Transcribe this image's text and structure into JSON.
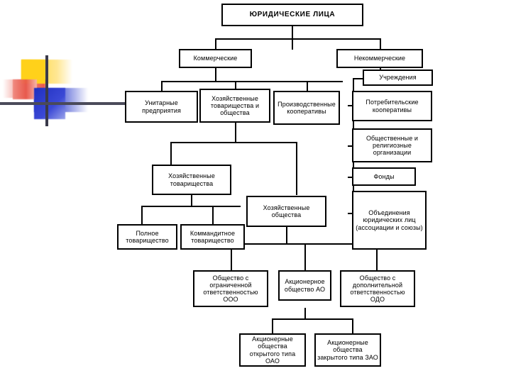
{
  "diagram": {
    "title": "ЮРИДИЧЕСКИЕ ЛИЦА",
    "root": {
      "label": "ЮРИДИЧЕСКИЕ ЛИЦА"
    },
    "level1": [
      {
        "key": "commercial",
        "label": "Коммерческие"
      },
      {
        "key": "noncommercial",
        "label": "Некоммерческие"
      }
    ],
    "commercial_children": [
      {
        "key": "unitary",
        "label": "Унитарные предприятия"
      },
      {
        "key": "econ",
        "label": "Хозяйственные товарищества и общества"
      },
      {
        "key": "prodcoop",
        "label": "Производственные кооперативы"
      }
    ],
    "noncommercial_children": [
      {
        "key": "institutions",
        "label": "Учреждения"
      },
      {
        "key": "consumercoop",
        "label": "Потребительские кооперативы"
      },
      {
        "key": "publicrelig",
        "label": "Общественные и религиозные организации"
      },
      {
        "key": "funds",
        "label": "Фонды"
      },
      {
        "key": "associations",
        "label": "Объединения юридических лиц (ассоциации и союзы)"
      }
    ],
    "econ_children": [
      {
        "key": "partnerships",
        "label": "Хозяйственные товарищества"
      },
      {
        "key": "companies",
        "label": "Хозяйственные общества"
      }
    ],
    "partnership_children": [
      {
        "key": "full",
        "label": "Полное товарищество"
      },
      {
        "key": "kommandit",
        "label": "Коммандитное товарищество"
      }
    ],
    "company_children": [
      {
        "key": "ooo",
        "label": "Общество с ограниченной ответственностью ООО"
      },
      {
        "key": "ao",
        "label": "Акционерное общество АО"
      },
      {
        "key": "odo",
        "label": "Общество с дополнительной ответственностью ОДО"
      }
    ],
    "ao_children": [
      {
        "key": "oao",
        "label": "Акционерные общества открытого типа ОАО"
      },
      {
        "key": "zao",
        "label": "Акционерные общества закрытого типа ЗАО"
      }
    ]
  },
  "decor": {
    "logo_name": "colored-squares-logo",
    "colors": {
      "yellow": "#FFD11A",
      "red": "#E8574A",
      "blue": "#2433C4",
      "line": "#3A3A4A"
    }
  }
}
